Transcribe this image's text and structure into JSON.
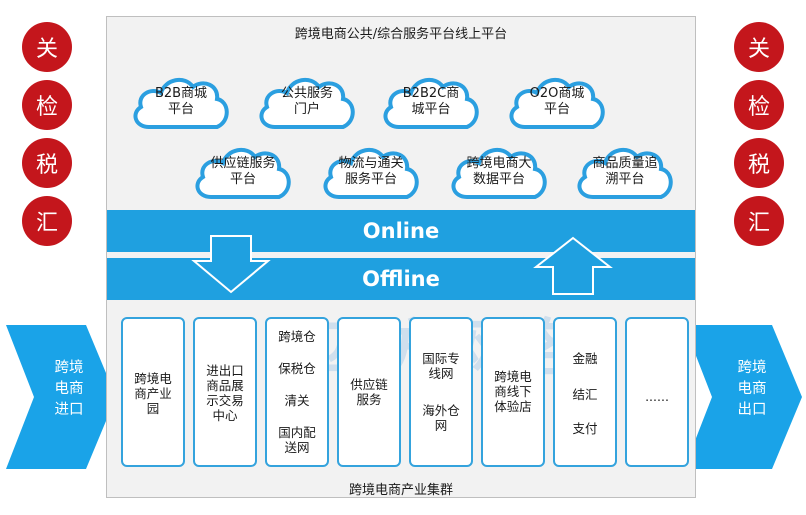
{
  "side_labels": [
    "关",
    "检",
    "税",
    "汇"
  ],
  "online_platform_title": "跨境电商公共/综合服务平台线上平台",
  "clouds_row1": [
    "B2B商城\n平台",
    "公共服务\n门户",
    "B2B2C商\n城平台",
    "O2O商城\n平台"
  ],
  "clouds_row2": [
    "供应链服务\n平台",
    "物流与通关\n服务平台",
    "跨境电商大\n数据平台",
    "商品质量追\n溯平台"
  ],
  "band_online": "Online",
  "band_offline": "Offline",
  "cluster_boxes": [
    [
      "跨境电\n商产业\n园"
    ],
    [
      "进出口\n商品展\n示交易\n中心"
    ],
    [
      "跨境仓",
      "保税仓",
      "清关",
      "国内配\n送网"
    ],
    [
      "供应链\n服务"
    ],
    [
      "国际专\n线网",
      "海外仓\n网"
    ],
    [
      "跨境电\n商线下\n体验店"
    ],
    [
      "金融",
      "结汇",
      "支付"
    ],
    [
      "......"
    ]
  ],
  "cluster_title": "跨境电商产业集群",
  "import_label": "跨境\n电商\n进口",
  "export_label": "跨境\n电商\n出口",
  "watermark": "四方网络",
  "colors": {
    "seal_red": "#c4161c",
    "band_blue": "#1fa0e0",
    "box_border": "#34a3dd",
    "chevron_blue": "#1aa3e8"
  }
}
